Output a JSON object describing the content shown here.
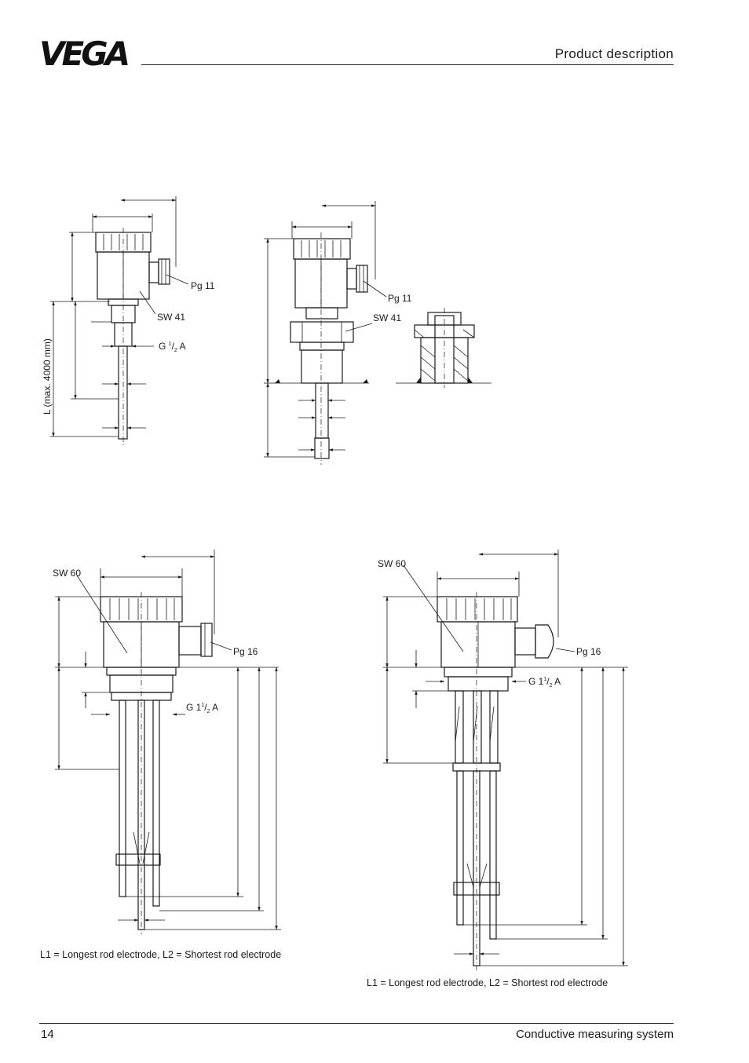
{
  "header": {
    "logo_text": "VEGA",
    "section_title": "Product description"
  },
  "figure_top_left": {
    "length_label": "L (max. 4000 mm)",
    "connector_label": "Pg 11",
    "wrench_label": "SW 41",
    "thread_label_main": "G ",
    "thread_label_sup": "1",
    "thread_label_sub": "2",
    "thread_label_suffix": " A"
  },
  "figure_top_right": {
    "connector_label": "Pg 11",
    "wrench_label": "SW 41"
  },
  "figure_bottom_left": {
    "wrench_label": "SW 60",
    "connector_label": "Pg 16",
    "thread_label_main": "G 1",
    "thread_label_sup": "1",
    "thread_label_sub": "2",
    "thread_label_suffix": " A",
    "caption": "L1 = Longest rod electrode, L2 = Shortest rod electrode"
  },
  "figure_bottom_right": {
    "wrench_label": "SW 60",
    "connector_label": "Pg 16",
    "thread_label_main": "G 1",
    "thread_label_sup": "1",
    "thread_label_sub": "2",
    "thread_label_suffix": " A",
    "caption": "L1 = Longest rod electrode, L2 = Shortest rod electrode"
  },
  "footer": {
    "page_number": "14",
    "document_title": "Conductive measuring system"
  }
}
